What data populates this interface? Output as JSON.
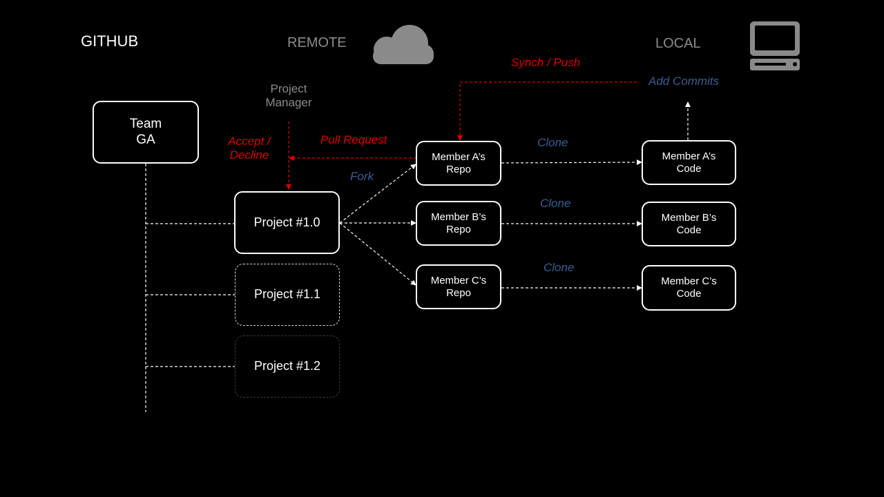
{
  "header": {
    "github": "GITHUB",
    "remote": "REMOTE",
    "local": "LOCAL",
    "cloud_icon": "cloud-icon",
    "computer_icon": "computer-icon"
  },
  "nodes": {
    "team": "Team\nGA",
    "project_manager": "Project\nManager",
    "project_1_0": "Project #1.0",
    "project_1_1": "Project #1.1",
    "project_1_2": "Project #1.2",
    "member_a_repo": "Member A’s\nRepo",
    "member_b_repo": "Member B’s\nRepo",
    "member_c_repo": "Member C’s\nRepo",
    "member_a_code": "Member A’s\nCode",
    "member_b_code": "Member B’s\nCode",
    "member_c_code": "Member C’s\nCode"
  },
  "labels": {
    "synch_push": "Synch / Push",
    "add_commits": "Add Commits",
    "accept_decline": "Accept /\nDecline",
    "pull_request": "Pull Request",
    "fork": "Fork",
    "clone_a": "Clone",
    "clone_b": "Clone",
    "clone_c": "Clone"
  },
  "colors": {
    "background": "#000000",
    "red": "#e00000",
    "blue": "#3a5f93",
    "grey": "#8c8c8c",
    "white": "#ffffff"
  }
}
